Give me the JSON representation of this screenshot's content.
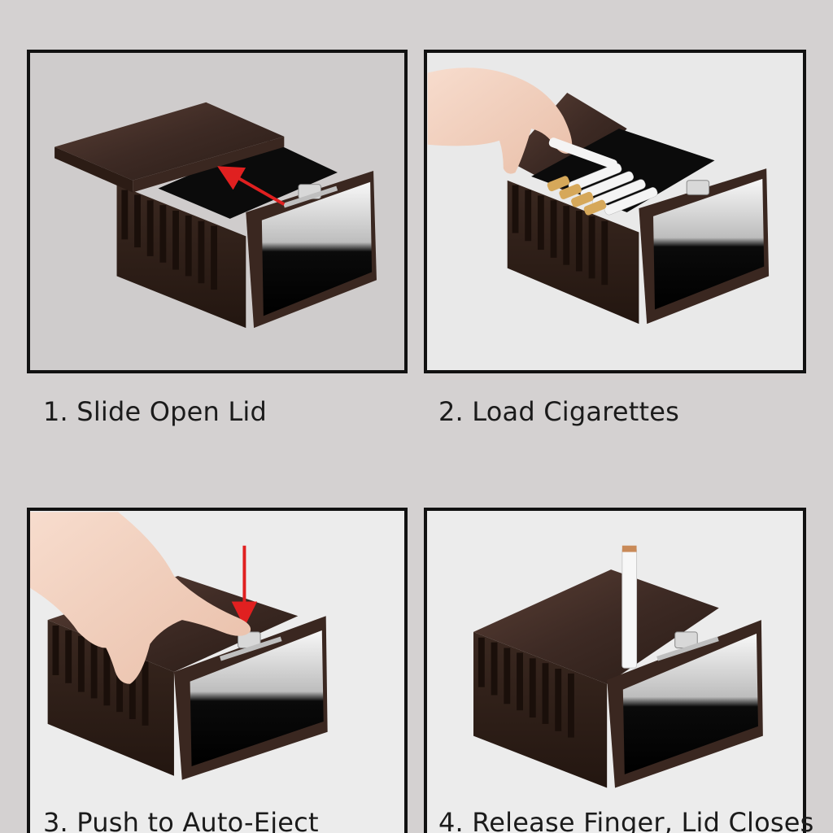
{
  "steps": [
    {
      "caption": "1. Slide Open Lid"
    },
    {
      "caption": "2. Load Cigarettes"
    },
    {
      "caption": "3. Push to Auto-Eject"
    },
    {
      "caption": "4. Release Finger, Lid Closes"
    }
  ],
  "colors": {
    "wood": "#3d2a24",
    "wood_dark": "#24160f",
    "arrow": "#e02020",
    "mirror": "#000000",
    "skin": "#f3d2c2",
    "filter": "#d6a85a"
  }
}
